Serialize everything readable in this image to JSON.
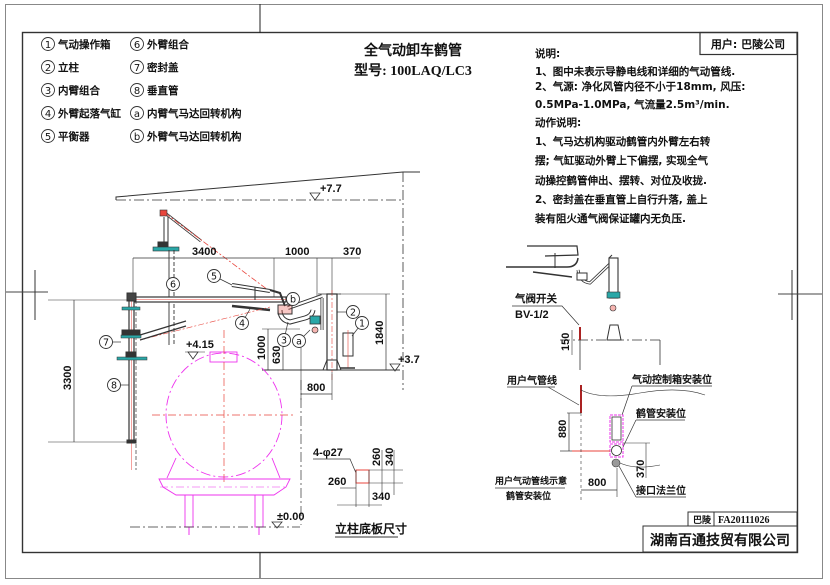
{
  "title": {
    "name": "全气动卸车鹤管",
    "model": "型号: 100LAQ/LC3"
  },
  "user_box": "用户: 巴陵公司",
  "legend": [
    {
      "id": "1",
      "label": "气动操作箱"
    },
    {
      "id": "2",
      "label": "立柱"
    },
    {
      "id": "3",
      "label": "内臂组合"
    },
    {
      "id": "4",
      "label": "外臂起落气缸"
    },
    {
      "id": "5",
      "label": "平衡器"
    },
    {
      "id": "6",
      "label": "外臂组合"
    },
    {
      "id": "7",
      "label": "密封盖"
    },
    {
      "id": "8",
      "label": "垂直管"
    },
    {
      "id": "a",
      "label": "内臂气马达回转机构"
    },
    {
      "id": "b",
      "label": "外臂气马达回转机构"
    }
  ],
  "notes": {
    "heading": "说明:",
    "lines": [
      "1、图中未表示导静电线和详细的气动管线.",
      "2、气源: 净化风管内径不小于18mm, 风压:",
      "0.5MPa-1.0MPa, 气流量2.5m³/min."
    ],
    "action_heading": "动作说明:",
    "action_lines": [
      "1、气马达机构驱动鹤管内外臂左右转",
      "摆; 气缸驱动外臂上下偏摆, 实现全气",
      "动操控鹤管伸出、摆转、对位及收拢.",
      "2、密封盖在垂直管上自行升落, 盖上",
      "装有阻火通气阀保证罐内无负压."
    ]
  },
  "dimensions": {
    "elev_top": "+7.7",
    "elev_platform": "+3.7",
    "elev_tank": "+4.15",
    "elev_ground": "±0.00",
    "d3400": "3400",
    "d1000_h": "1000",
    "d370_h": "370",
    "d3300": "3300",
    "d1000_v": "1000",
    "d630": "630",
    "d1840": "1840",
    "d800": "800"
  },
  "base_plate": {
    "holes": "4-φ27",
    "d260_a": "260",
    "d340_a": "340",
    "d260_b": "260",
    "d340_b": "340",
    "caption": "立柱底板尺寸"
  },
  "side_view": {
    "valve_label": "气阀开关",
    "valve_model": "BV-1/2",
    "d150": "150"
  },
  "install_view": {
    "user_gas_line": "用户气管线",
    "control_box_pos": "气动控制箱安装位",
    "arm_pos": "鹤管安装位",
    "flange_pos": "接口法兰位",
    "d880": "880",
    "d800": "800",
    "d370": "370",
    "caption_1": "用户气动管线示意",
    "caption_2": "鹤管安装位"
  },
  "title_block": {
    "left_cell": "巴陵",
    "drawing_no": "FA20111026",
    "company": "湖南百通技贸有限公司"
  },
  "colors": {
    "line": "#222222",
    "pipe_red": "#e8453c",
    "tank_magenta": "#ee33ee",
    "cyan": "#2aa7a7"
  }
}
